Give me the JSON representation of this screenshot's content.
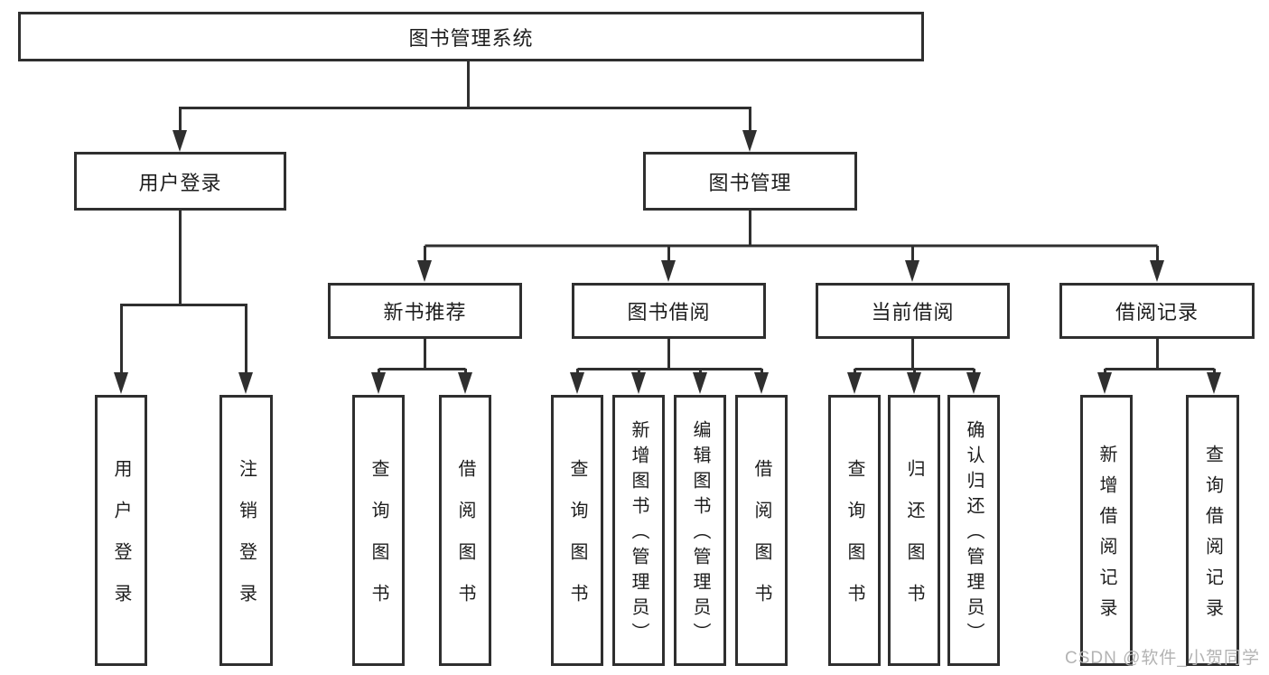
{
  "diagram_type": "hierarchy-tree",
  "tree": {
    "label": "图书管理系统",
    "children": [
      {
        "label": "用户登录",
        "children": [
          {
            "label": "用户登录"
          },
          {
            "label": "注销登录"
          }
        ]
      },
      {
        "label": "图书管理",
        "children": [
          {
            "label": "新书推荐",
            "children": [
              {
                "label": "查询图书"
              },
              {
                "label": "借阅图书"
              }
            ]
          },
          {
            "label": "图书借阅",
            "children": [
              {
                "label": "查询图书"
              },
              {
                "label": "新增图书（管理员）"
              },
              {
                "label": "编辑图书（管理员）"
              },
              {
                "label": "借阅图书"
              }
            ]
          },
          {
            "label": "当前借阅",
            "children": [
              {
                "label": "查询图书"
              },
              {
                "label": "归还图书"
              },
              {
                "label": "确认归还（管理员）"
              }
            ]
          },
          {
            "label": "借阅记录",
            "children": [
              {
                "label": "新增借阅记录"
              },
              {
                "label": "查询借阅记录"
              }
            ]
          }
        ]
      }
    ]
  },
  "watermark": "CSDN @软件_小贺同学",
  "colors": {
    "line": "#2f2f2f",
    "text": "#1d1d1d",
    "watermark": "#b3b3b3",
    "background": "#ffffff"
  }
}
